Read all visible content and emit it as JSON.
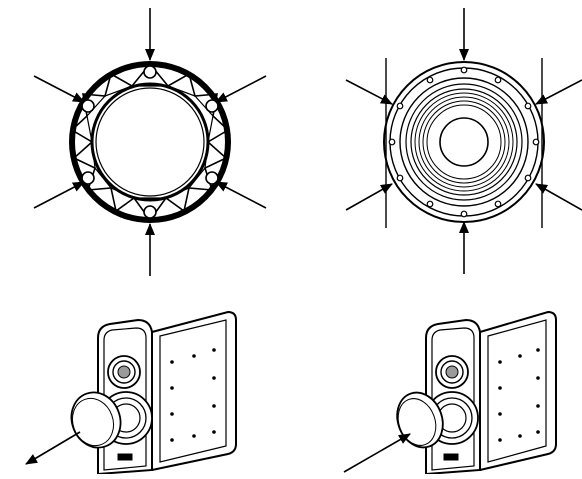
{
  "figure": {
    "panels": [
      {
        "id": "ring",
        "kind": "truss-ring",
        "arrow_directions": "inward",
        "arrow_count": 6
      },
      {
        "id": "woofer",
        "kind": "woofer-driver",
        "arrow_directions": "inward",
        "arrow_count": 6
      },
      {
        "id": "speaker-pull",
        "kind": "speaker-cabinet",
        "cap_motion": "removed-outward"
      },
      {
        "id": "speaker-push",
        "kind": "speaker-cabinet",
        "cap_motion": "pressed-inward"
      }
    ],
    "colors": {
      "stroke": "#000000",
      "fill": "#ffffff",
      "accent_gray": "#9a9a9a"
    }
  }
}
